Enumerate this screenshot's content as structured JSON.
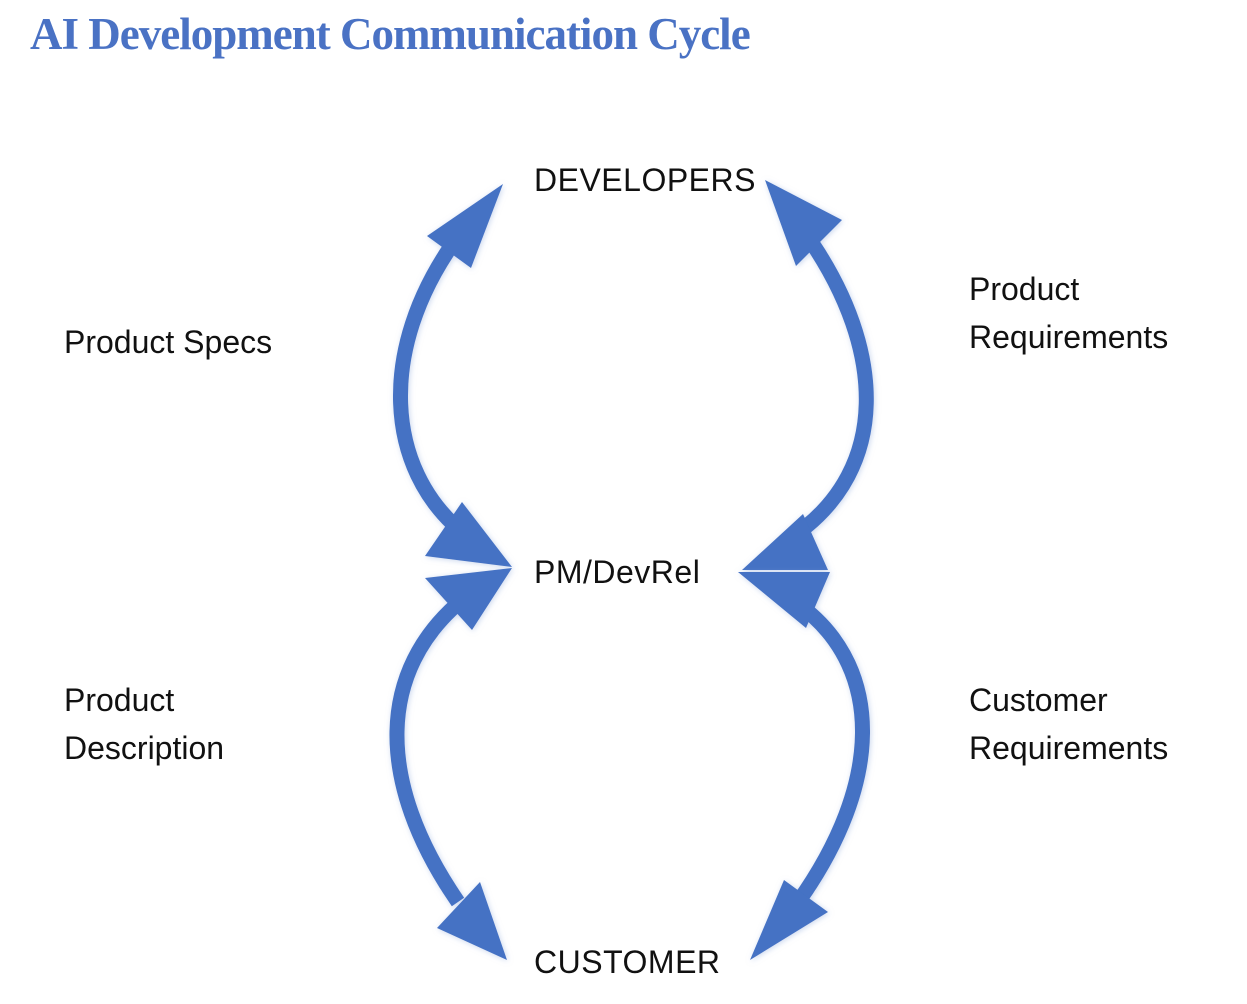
{
  "title": "AI Development Communication Cycle",
  "colors": {
    "title": "#4a72c4",
    "arrow": "#4472c4",
    "text": "#111111"
  },
  "nodes": {
    "developers": "DEVELOPERS",
    "pm": "PM/DevRel",
    "customer": "CUSTOMER"
  },
  "edges": {
    "product_specs": [
      "Product Specs"
    ],
    "product_requirements": [
      "Product",
      "Requirements"
    ],
    "product_description": [
      "Product",
      "Description"
    ],
    "customer_requirements": [
      "Customer",
      "Requirements"
    ]
  }
}
